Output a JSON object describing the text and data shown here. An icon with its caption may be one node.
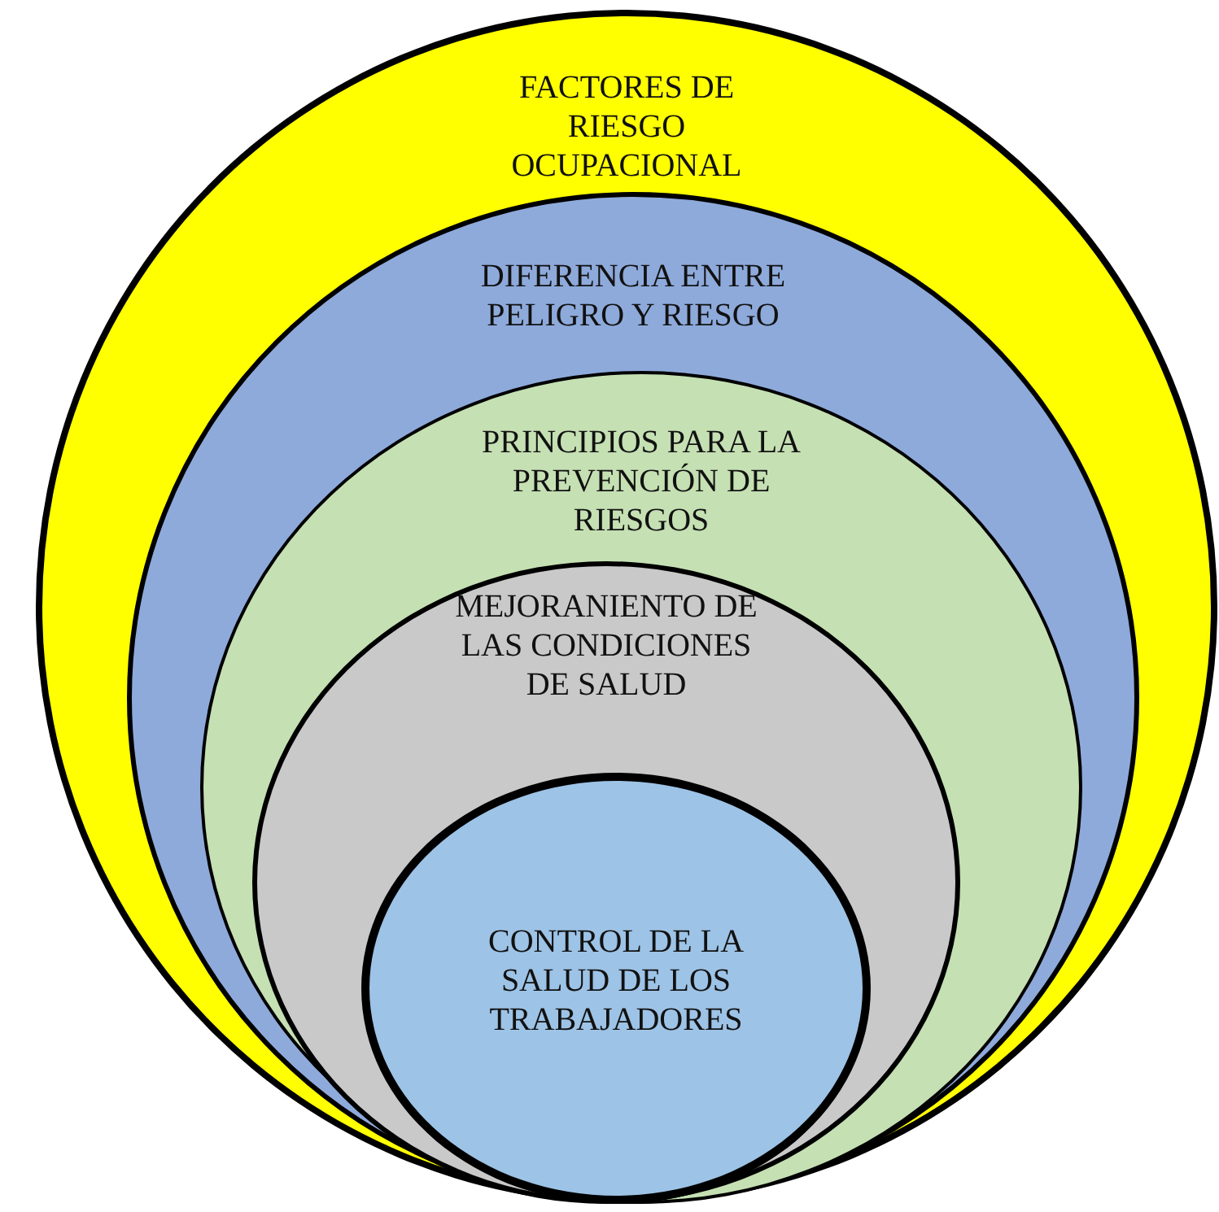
{
  "diagram": {
    "nodes": [
      {
        "text": [
          "FACTORES  DE RIESGO OCUPACIONAL"
        ]
      },
      {
        "text": [
          "DIFERENCIA ENTRE PELIGRO Y RIESGO"
        ],
        "in": 0
      },
      {
        "text": [
          "PRINCIPIOS PARA LA PREVENCIÓN DE RIESGOS"
        ],
        "in": 1
      },
      {
        "text": [
          "MEJORANIENTO DE LAS CONDICIONES DE SALUD"
        ],
        "in": 2
      },
      {
        "text": [
          "CONTROL DE LA SALUD DE LOS TRABAJADORES"
        ],
        "in": 3
      }
    ]
  }
}
